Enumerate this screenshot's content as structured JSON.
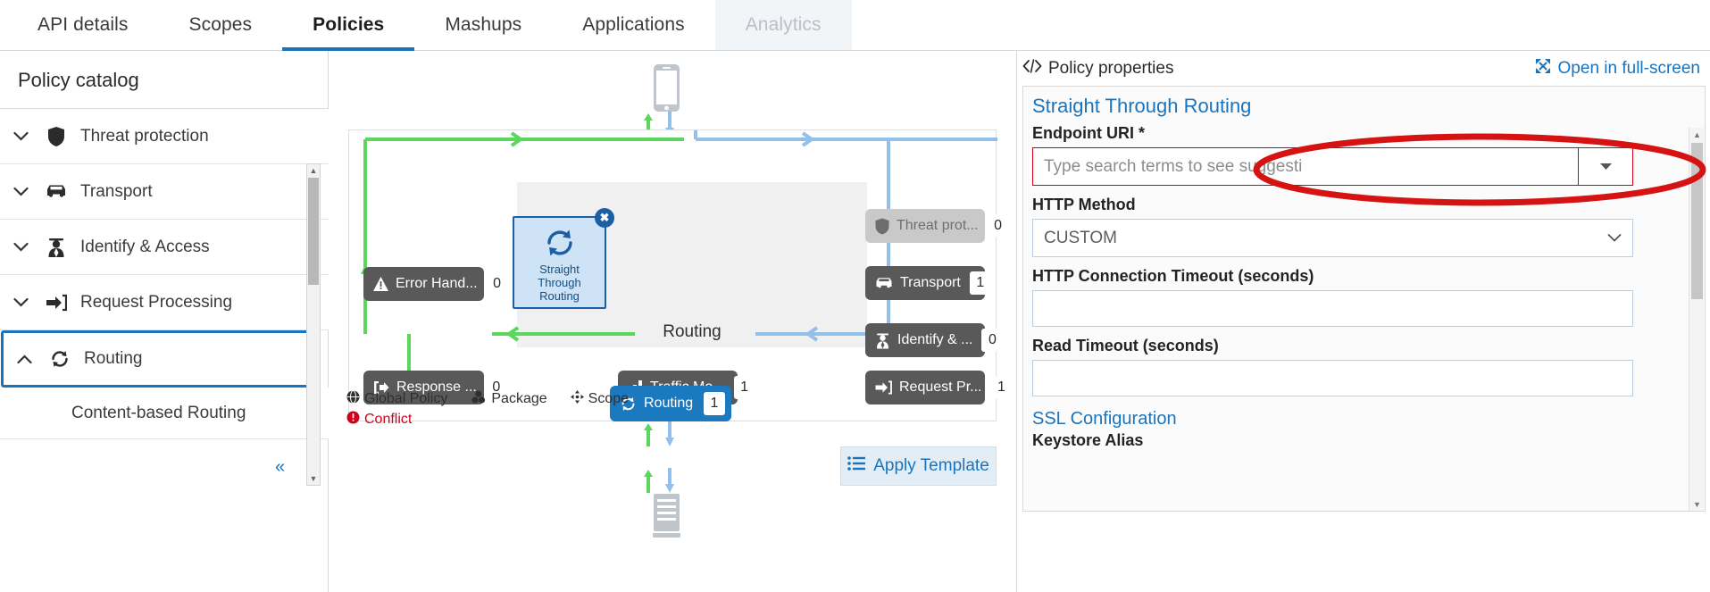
{
  "tabs": [
    {
      "label": "API details",
      "state": "normal"
    },
    {
      "label": "Scopes",
      "state": "normal"
    },
    {
      "label": "Policies",
      "state": "active"
    },
    {
      "label": "Mashups",
      "state": "normal"
    },
    {
      "label": "Applications",
      "state": "normal"
    },
    {
      "label": "Analytics",
      "state": "disabled"
    }
  ],
  "sidebar": {
    "title": "Policy catalog",
    "categories": [
      {
        "label": "Threat protection",
        "icon": "shield-icon",
        "expanded": false,
        "selected": false
      },
      {
        "label": "Transport",
        "icon": "car-icon",
        "expanded": false,
        "selected": false
      },
      {
        "label": "Identify & Access",
        "icon": "spy-icon",
        "expanded": false,
        "selected": false
      },
      {
        "label": "Request Processing",
        "icon": "arrow-into-bracket-icon",
        "expanded": false,
        "selected": false
      },
      {
        "label": "Routing",
        "icon": "refresh-icon",
        "expanded": true,
        "selected": true
      }
    ],
    "subitems": [
      {
        "label": "Content-based Routing"
      }
    ],
    "collapse_label": "«"
  },
  "canvas": {
    "region_label": "Routing",
    "selected_policy": {
      "title_lines": [
        "Straight",
        "Through",
        "Routing"
      ],
      "icon": "refresh-icon",
      "close_label": "✖"
    },
    "nodes_left": [
      {
        "label": "Error Hand...",
        "count": "0",
        "icon": "warning-icon",
        "style": "dark"
      },
      {
        "label": "Response ...",
        "count": "0",
        "icon": "logout-icon",
        "style": "dark"
      }
    ],
    "nodes_right": [
      {
        "label": "Threat prot...",
        "count": "0",
        "icon": "shield-icon",
        "style": "light"
      },
      {
        "label": "Transport",
        "count": "1",
        "icon": "car-icon",
        "style": "dark"
      },
      {
        "label": "Identify & ...",
        "count": "0",
        "icon": "spy-icon",
        "style": "dark"
      },
      {
        "label": "Request Pr...",
        "count": "1",
        "icon": "arrow-into-bracket-icon",
        "style": "dark"
      }
    ],
    "node_traffic": {
      "label": "Traffic Mo...",
      "count": "1",
      "icon": "bar-chart-icon",
      "style": "dark"
    },
    "node_routing": {
      "label": "Routing",
      "count": "1",
      "icon": "refresh-icon",
      "style": "blue"
    },
    "legend": [
      {
        "label": "Global Policy",
        "icon": "globe-icon",
        "kind": "normal"
      },
      {
        "label": "Package",
        "icon": "package-icon",
        "kind": "normal"
      },
      {
        "label": "Scope",
        "icon": "scope-icon",
        "kind": "normal"
      },
      {
        "label": "Conflict",
        "icon": "error-icon",
        "kind": "conflict"
      }
    ],
    "apply_template_label": "Apply Template",
    "apply_template_icon": "list-icon",
    "device_top_icon": "mobile-device-icon",
    "device_bottom_icon": "server-icon"
  },
  "right_panel": {
    "header_label": "Policy properties",
    "header_icon": "code-icon",
    "fullscreen_label": "Open in full-screen",
    "fullscreen_icon": "expand-icon",
    "policy_title": "Straight Through Routing",
    "fields": [
      {
        "label": "Endpoint URI *",
        "type": "combo",
        "value": "",
        "placeholder": "Type search terms to see suggesti",
        "error": true,
        "dropdown_icon": "chevron-down-icon"
      },
      {
        "label": "HTTP Method",
        "type": "select",
        "value": "CUSTOM",
        "dropdown_icon": "chevron-down-icon"
      },
      {
        "label": "HTTP Connection Timeout (seconds)",
        "type": "text",
        "value": "",
        "placeholder": ""
      },
      {
        "label": "Read Timeout (seconds)",
        "type": "text",
        "value": "",
        "placeholder": ""
      }
    ],
    "section_link": "SSL Configuration",
    "trailing_label": "Keystore Alias"
  },
  "colors": {
    "accent_blue": "#1b74bb",
    "node_dark": "#595959",
    "node_light": "#c9c9c9",
    "node_blue": "#1b79c0",
    "flow_green": "#5cd65c",
    "flow_blue": "#93c0ea",
    "error_red": "#d0021b",
    "selected_card_bg": "#cfe3f7",
    "region_bg": "#f0f0f0"
  }
}
